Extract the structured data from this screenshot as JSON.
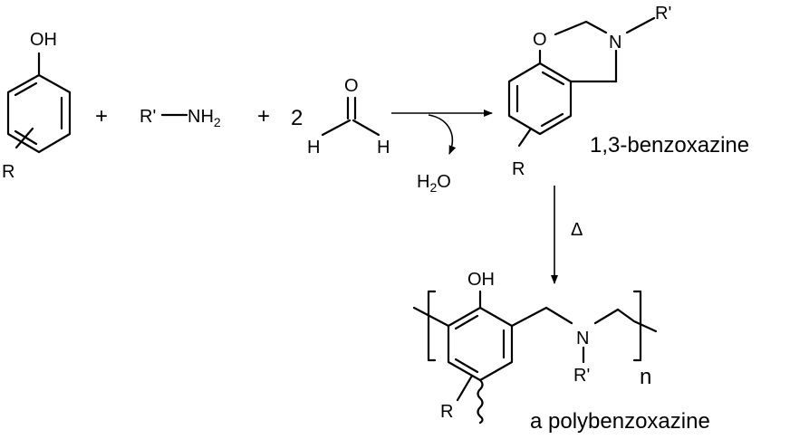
{
  "labels": {
    "oh_phenol": "OH",
    "r_phenol": "R",
    "plus_1": "+",
    "amine_r": "R'",
    "amine_nh": "NH",
    "amine_sub": "2",
    "plus_2": "+",
    "coef": "2",
    "ald_o": "O",
    "ald_h_left": "H",
    "ald_h_right": "H",
    "water_h": "H",
    "water_sub": "2",
    "water_o": "O",
    "bz_o": "O",
    "bz_n": "N",
    "bz_r_prime": "R'",
    "bz_r": "R",
    "bz_name": "1,3-benzoxazine",
    "delta": "Δ",
    "poly_oh": "OH",
    "poly_n": "N",
    "poly_r_prime": "R'",
    "poly_r": "R",
    "poly_n_sub": "n",
    "poly_name": "a polybenzoxazine"
  },
  "colors": {
    "heteroatom_o": "#ff0000",
    "heteroatom_n": "#0000ff",
    "bond": "#000000"
  }
}
